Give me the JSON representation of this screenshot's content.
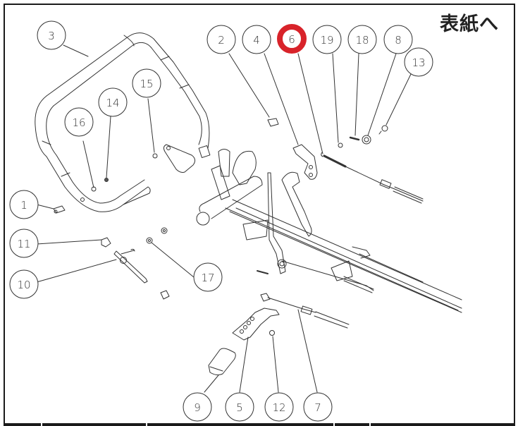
{
  "header": {
    "cover_link": "表紙へ"
  },
  "diagram": {
    "title": "exploded parts diagram",
    "highlight_color": "#d8232a",
    "highlighted_part": "6",
    "callouts": [
      {
        "label": "1"
      },
      {
        "label": "2"
      },
      {
        "label": "3"
      },
      {
        "label": "4"
      },
      {
        "label": "5"
      },
      {
        "label": "6"
      },
      {
        "label": "7"
      },
      {
        "label": "8"
      },
      {
        "label": "9"
      },
      {
        "label": "10"
      },
      {
        "label": "11"
      },
      {
        "label": "12"
      },
      {
        "label": "13"
      },
      {
        "label": "14"
      },
      {
        "label": "15"
      },
      {
        "label": "16"
      },
      {
        "label": "17"
      },
      {
        "label": "18"
      },
      {
        "label": "19"
      }
    ]
  }
}
